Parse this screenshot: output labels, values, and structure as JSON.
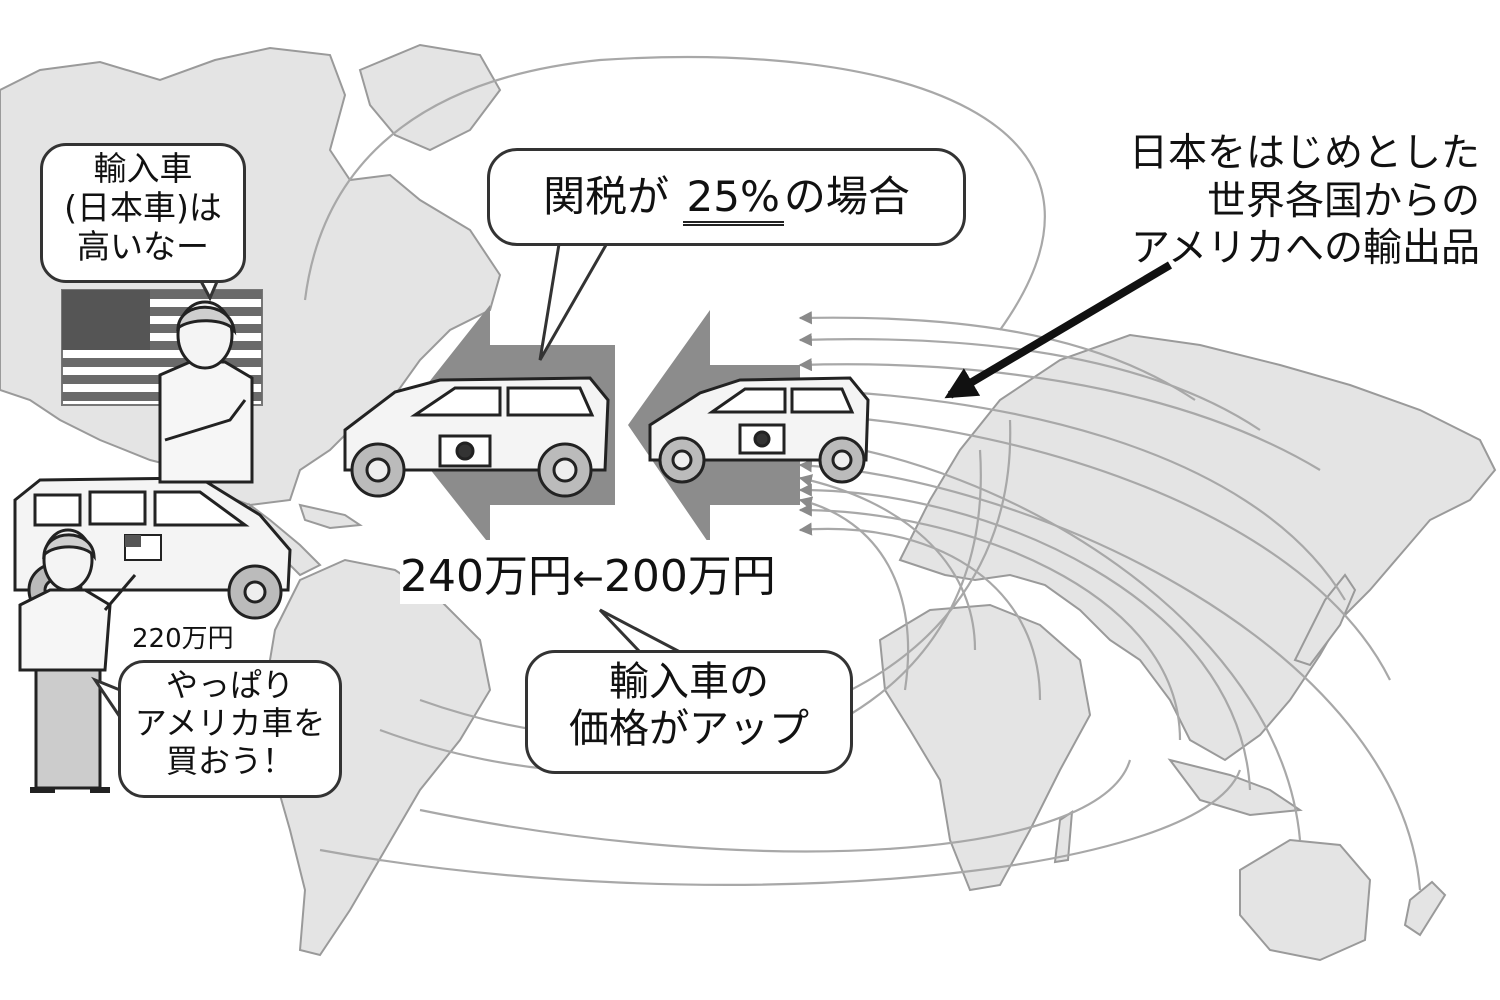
{
  "bubbles": {
    "tariff_prefix": "関税が",
    "tariff_rate": "25%",
    "tariff_suffix": "の場合",
    "american_line1": "輸入車",
    "american_line2": "(日本車)は",
    "american_line3": "高いなー",
    "buyer_line1": "やっぱり",
    "buyer_line2": "アメリカ車を",
    "buyer_line3": "買おう！",
    "price_up_line1": "輸入車の",
    "price_up_line2": "価格がアップ"
  },
  "labels": {
    "exports_line1": "日本をはじめとした",
    "exports_line2": "世界各国からの",
    "exports_line3": "アメリカへの輸出品",
    "price_after": "240万円",
    "price_arrow": "←",
    "price_before": "200万円",
    "us_car_price": "220万円"
  },
  "colors": {
    "land": "#e4e4e4",
    "coast": "#9a9a9a",
    "arrow_block": "#8c8c8c",
    "car_body": "#f4f4f4",
    "ink": "#222222",
    "flag_stripe": "#6a6a6a",
    "flag_canton": "#555555"
  }
}
